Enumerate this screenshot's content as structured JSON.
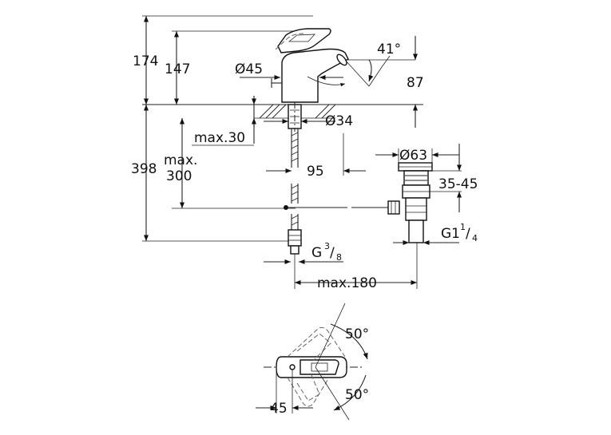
{
  "side_view": {
    "height_total": "174",
    "height_spout": "147",
    "body_diameter": "Ø45",
    "spout_angle": "41°",
    "spout_reach": "87",
    "hole_diameter": "Ø34",
    "deck_thickness": "max.30",
    "height_below": "398",
    "max_label": "max.",
    "max_value": "300",
    "spout_to_waste": "95",
    "waste_diameter": "Ø63",
    "waste_range": "35-45",
    "waste_thread_prefix": "G1",
    "waste_thread_num": "1",
    "waste_thread_den": "4",
    "supply_thread_prefix": "G",
    "supply_thread_num": "3",
    "supply_thread_den": "8",
    "max_reach": "max.180"
  },
  "top_view": {
    "angle_top": "50°",
    "angle_bottom": "50°",
    "offset": "45"
  }
}
